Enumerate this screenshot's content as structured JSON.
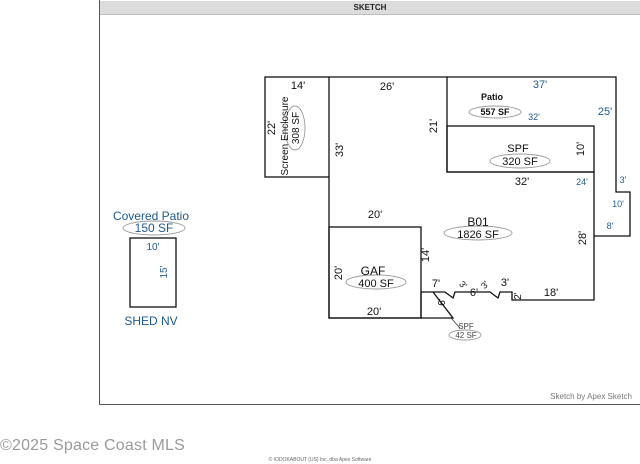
{
  "header": {
    "title": "SKETCH"
  },
  "credit": "Sketch by Apex Sketch",
  "copyright": "©2025 Space Coast MLS",
  "footer": "© IODOKABOUT (US) Inc. dba Apex Software",
  "areas": {
    "screen_enclosure": {
      "name": "Screen Enclosure",
      "area": "308 SF",
      "width": "14'",
      "height": "22'"
    },
    "patio": {
      "name": "Patio",
      "area": "557 SF"
    },
    "spf_upper": {
      "name": "SPF",
      "area": "320 SF"
    },
    "b01": {
      "name": "B01",
      "area": "1826 SF"
    },
    "gaf": {
      "name": "GAF",
      "area": "400 SF"
    },
    "spf_small": {
      "name": "SPF",
      "area": "42 SF"
    },
    "covered_patio": {
      "name": "Covered Patio",
      "area": "150 SF"
    },
    "shed": {
      "name": "SHED NV"
    }
  },
  "dims": {
    "d26": "26'",
    "d33": "33'",
    "d21": "21'",
    "d37": "37'",
    "d32a": "32'",
    "d25": "25'",
    "d10a": "10'",
    "d32b": "32'",
    "d24": "24'",
    "d3a": "3'",
    "d10b": "10'",
    "d8": "8'",
    "d28": "28'",
    "d20a": "20'",
    "d14": "14'",
    "d20b": "20'",
    "d20c": "20'",
    "d7": "7'",
    "d6a": "6'",
    "d3b": "3'",
    "d6b": "6'",
    "d3c": "3'",
    "d3d": "3'",
    "d2": "2'",
    "d18": "18'",
    "d10c": "10'",
    "d15": "15'"
  },
  "colors": {
    "line": "#111111",
    "blue_label": "#1f5a8c",
    "ellipse": "#9a9a9a"
  }
}
